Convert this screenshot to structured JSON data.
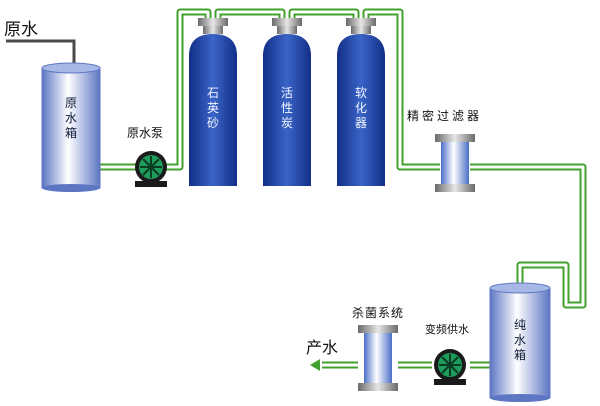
{
  "labels": {
    "raw_water_in": "原水",
    "raw_water_tank": "原水箱",
    "raw_water_pump": "原水泵",
    "quartz_sand": "石英砂",
    "activated_carbon": "活性炭",
    "softener": "软化器",
    "precision_filter": "精密过滤器",
    "pure_water_tank": "纯水箱",
    "variable_frequency_supply": "变频供水",
    "sterilization_system": "杀菌系统",
    "product_water": "产水"
  },
  "colors": {
    "pipe": "#41a12c",
    "column": "#1f3f9a",
    "tank": "#8ea3dc",
    "pump": "#1e9c5b"
  }
}
